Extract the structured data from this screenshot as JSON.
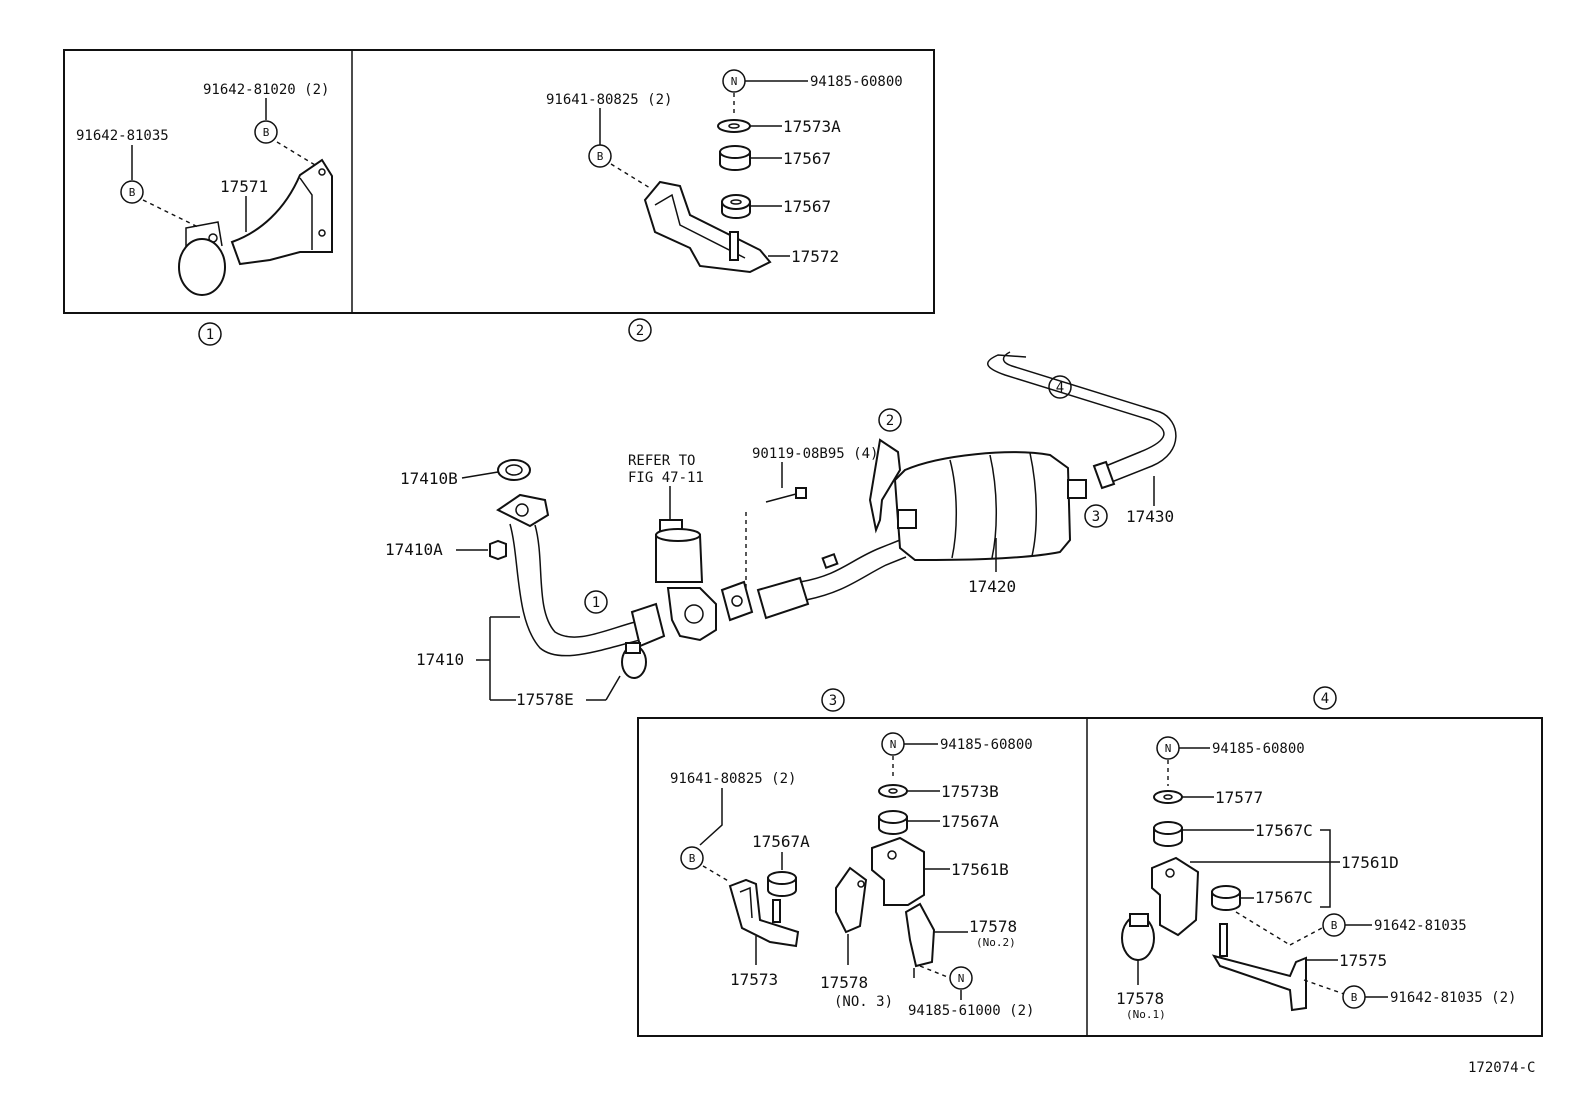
{
  "diagram_id": "172074-C",
  "callout_symbols": {
    "bolt": "B",
    "nut": "N"
  },
  "panels": {
    "p1": {
      "number": "1",
      "labels": {
        "bolt_a": "91642-81020 (2)",
        "bolt_b": "91642-81035",
        "bracket": "17571"
      }
    },
    "p2": {
      "number": "2",
      "labels": {
        "bolt": "91641-80825 (2)",
        "nut": "94185-60800",
        "washer": "17573A",
        "cushion_top": "17567",
        "cushion_bottom": "17567",
        "bracket": "17572"
      }
    },
    "p3": {
      "number": "3",
      "labels": {
        "bolt": "91641-80825 (2)",
        "nut_top": "94185-60800",
        "washer": "17573B",
        "cushion_top": "17567A",
        "cushion_left": "17567A",
        "bracket": "17561B",
        "clamp_no2": "17578",
        "clamp_no2_sub": "(No.2)",
        "base_bracket": "17573",
        "clamp_no3": "17578",
        "clamp_no3_sub": "(NO. 3)",
        "nut_bottom": "94185-61000 (2)"
      }
    },
    "p4": {
      "number": "4",
      "labels": {
        "nut": "94185-60800",
        "washer": "17577",
        "cushion_top": "17567C",
        "assembly": "17561D",
        "cushion_bottom": "17567C",
        "bolt_a": "91642-81035",
        "bracket": "17575",
        "bolt_b": "91642-81035 (2)",
        "clamp_no1": "17578",
        "clamp_no1_sub": "(No.1)"
      }
    }
  },
  "main": {
    "gasket": "17410B",
    "nut": "17410A",
    "front_pipe": "17410",
    "clamp": "17578E",
    "refer_line1": "REFER TO",
    "refer_line2": "FIG 47-11",
    "bolt": "90119-08B95 (4)",
    "muffler": "17420",
    "tail_pipe": "17430",
    "callouts": {
      "c1": "1",
      "c2": "2",
      "c3": "3",
      "c4": "4"
    }
  }
}
